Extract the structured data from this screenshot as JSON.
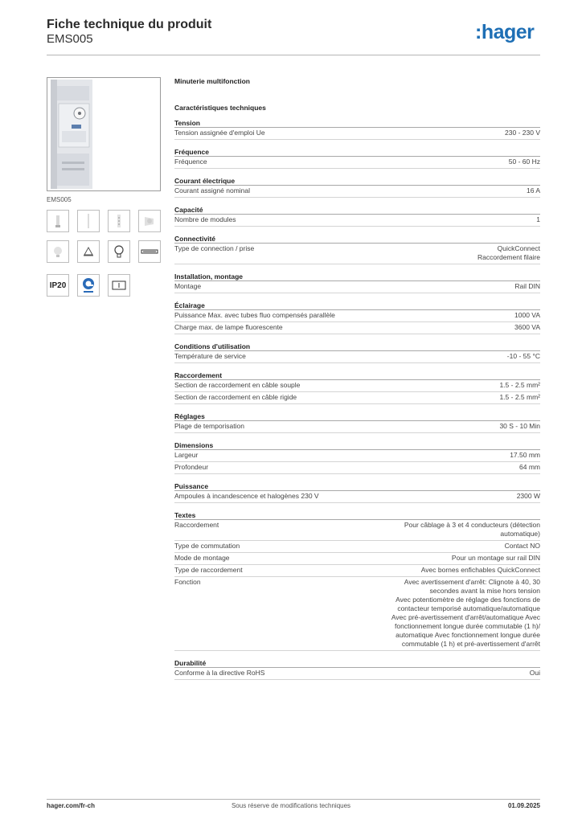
{
  "header": {
    "title": "Fiche technique du produit",
    "code": "EMS005",
    "logo": ":hager"
  },
  "product": {
    "code": "EMS005",
    "icons": [
      "lamp-icon",
      "fluorescent-tube-icon",
      "led-tube-icon",
      "halogen-icon",
      "energy-saving-lamp-icon",
      "motion-sensor-icon",
      "bulb-icon",
      "strip-lamp-icon",
      "ip20-badge",
      "quickconnect-icon",
      "timer-icon"
    ],
    "ip_label": "IP20"
  },
  "spec": {
    "product_name": "Minuterie multifonction",
    "heading": "Caractéristiques techniques",
    "sections": [
      {
        "title": "Tension",
        "rows": [
          {
            "label": "Tension assignée d'emploi Ue",
            "value": "230 - 230 V"
          }
        ]
      },
      {
        "title": "Fréquence",
        "rows": [
          {
            "label": "Fréquence",
            "value": "50 - 60 Hz"
          }
        ]
      },
      {
        "title": "Courant électrique",
        "rows": [
          {
            "label": "Courant assigné nominal",
            "value": "16 A"
          }
        ]
      },
      {
        "title": "Capacité",
        "rows": [
          {
            "label": "Nombre de modules",
            "value": "1"
          }
        ]
      },
      {
        "title": "Connectivité",
        "rows": [
          {
            "label": "Type de connection / prise",
            "value": "QuickConnect\nRaccordement filaire"
          }
        ]
      },
      {
        "title": "Installation, montage",
        "rows": [
          {
            "label": "Montage",
            "value": "Rail DIN"
          }
        ]
      },
      {
        "title": "Éclairage",
        "rows": [
          {
            "label": "Puissance Max. avec tubes fluo compensés parallèle",
            "value": "1000 VA"
          },
          {
            "label": "Charge max. de lampe fluorescente",
            "value": "3600 VA"
          }
        ]
      },
      {
        "title": "Conditions d'utilisation",
        "rows": [
          {
            "label": "Température de service",
            "value": "-10 - 55 °C"
          }
        ]
      },
      {
        "title": "Raccordement",
        "rows": [
          {
            "label": "Section de raccordement en câble souple",
            "value": "1.5 - 2.5 mm²"
          },
          {
            "label": "Section de raccordement en câble rigide",
            "value": "1.5 - 2.5 mm²"
          }
        ]
      },
      {
        "title": "Réglages",
        "rows": [
          {
            "label": "Plage de temporisation",
            "value": "30 S - 10 Min"
          }
        ]
      },
      {
        "title": "Dimensions",
        "rows": [
          {
            "label": "Largeur",
            "value": "17.50 mm"
          },
          {
            "label": "Profondeur",
            "value": "64 mm"
          }
        ]
      },
      {
        "title": "Puissance",
        "rows": [
          {
            "label": "Ampoules à incandescence et halogènes 230 V",
            "value": "2300 W"
          }
        ]
      },
      {
        "title": "Textes",
        "rows": [
          {
            "label": "Raccordement",
            "value": "Pour câblage à 3 et 4 conducteurs (détection\nautomatique)"
          },
          {
            "label": "Type de commutation",
            "value": "Contact NO"
          },
          {
            "label": "Mode de montage",
            "value": "Pour un montage sur rail DIN"
          },
          {
            "label": "Type de raccordement",
            "value": "Avec bornes enfichables QuickConnect"
          },
          {
            "label": "Fonction",
            "value": "Avec avertissement d'arrêt: Clignote à 40, 30\nsecondes avant la mise hors tension\nAvec potentiomètre de réglage des fonctions de\ncontacteur temporisé automatique/automatique\nAvec pré-avertissement d'arrêt/automatique Avec\nfonctionnement longue durée commutable (1 h)/\nautomatique Avec fonctionnement longue durée\ncommutable (1 h) et pré-avertissement d'arrêt"
          }
        ]
      },
      {
        "title": "Durabilité",
        "rows": [
          {
            "label": "Conforme à la directive RoHS",
            "value": "Oui"
          }
        ]
      }
    ]
  },
  "footer": {
    "left": "hager.com/fr-ch",
    "middle": "Sous réserve de modifications techniques",
    "right": "01.09.2025"
  }
}
